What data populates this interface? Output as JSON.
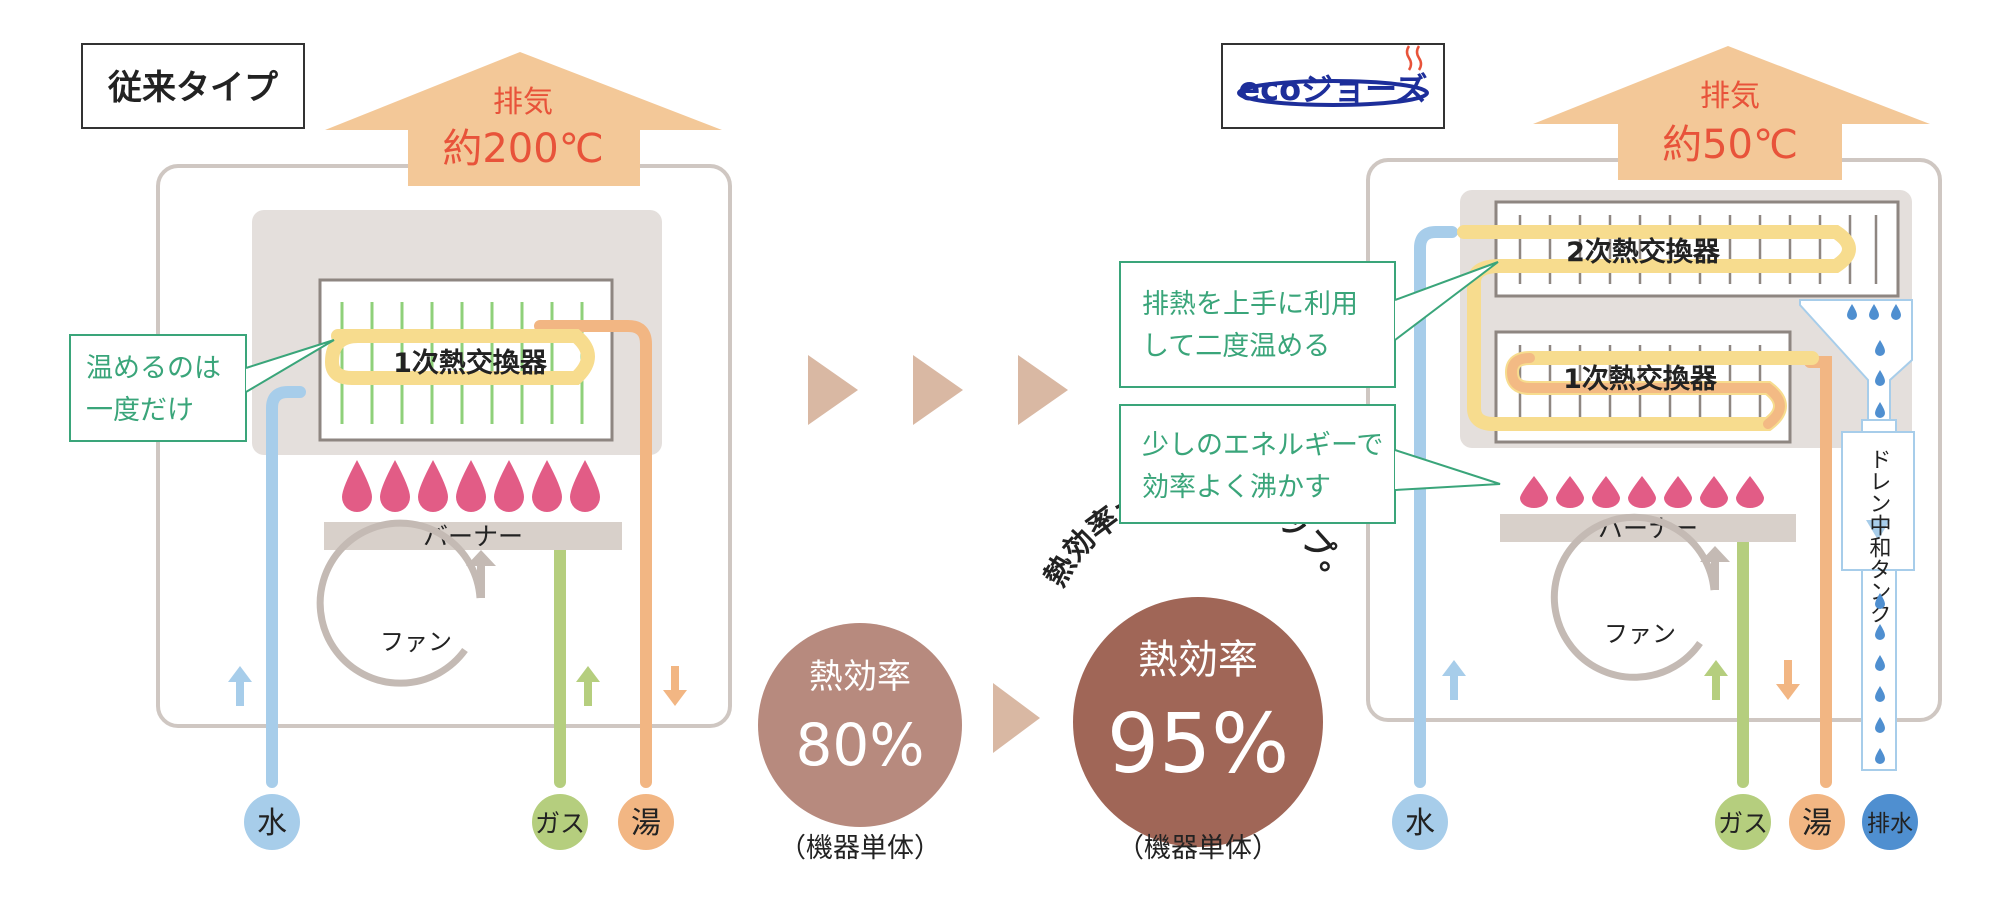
{
  "conventional": {
    "badge": "従来タイプ",
    "exhaust_label": "排気",
    "exhaust_temp": "約200℃",
    "exchanger_label": "1次熱交換器",
    "callout_line1": "温めるのは",
    "callout_line2": "一度だけ",
    "burner_label": "バーナー",
    "fan_label": "ファン",
    "water_label": "水",
    "gas_label": "ガス",
    "hot_label": "湯"
  },
  "eco": {
    "logo_text": "ecoジョーズ",
    "exhaust_label": "排気",
    "exhaust_temp": "約50℃",
    "exchanger2_label": "2次熱交換器",
    "exchanger1_label": "1次熱交換器",
    "callout1_line1": "排熱を上手に利用",
    "callout1_line2": "して二度温める",
    "callout2_line1": "少しのエネルギーで",
    "callout2_line2": "効率よく沸かす",
    "burner_label": "バーナー",
    "fan_label": "ファン",
    "drain_tank_label": "ドレン中和タンク",
    "water_label": "水",
    "gas_label": "ガス",
    "hot_label": "湯",
    "drain_label": "排水"
  },
  "comparison": {
    "before_title": "熱効率",
    "before_value": "80%",
    "before_note": "（機器単体）",
    "after_title": "熱効率",
    "after_value": "95%",
    "after_note": "（機器単体）",
    "arc_caption": "熱効率が15%もアップ。"
  },
  "colors": {
    "exhaust_arrow": "#f3c898",
    "exhaust_text": "#e8533a",
    "panel_border": "#cfc7c2",
    "chamber": "#e4dfdc",
    "callout_border": "#3aa57a",
    "callout_text": "#3aa57a",
    "coil": "#f7dc8e",
    "fin": "#8fd07a",
    "water_pipe": "#a7cdea",
    "gas_pipe": "#b5ce7e",
    "hot_pipe": "#f2b683",
    "flame": "#e25c86",
    "burner_bar": "#d8d0ca",
    "chevron": "#d9b8a3",
    "circle_80": "#b78a7e",
    "circle_95": "#a06657",
    "drain_drop": "#4f8fd0",
    "logo_blue": "#1d2e9a"
  }
}
